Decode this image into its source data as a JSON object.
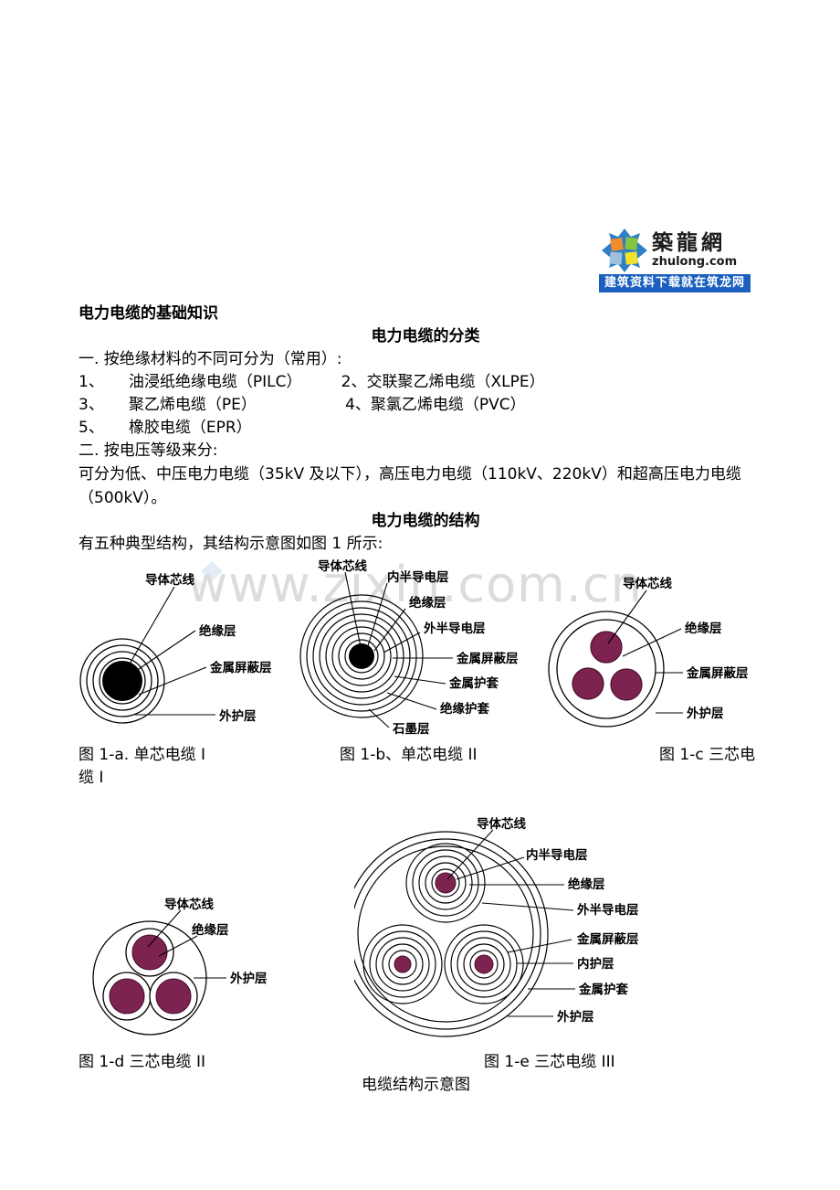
{
  "logo": {
    "brand_cn": "築龍網",
    "brand_en": "zhulong.com",
    "tagline": "建筑资料下载就在筑龙网",
    "bar_color": "#1b5fbf"
  },
  "watermark": {
    "text": "www.zixin.com.cn",
    "color": "#dcdcdc"
  },
  "document": {
    "title": "电力电缆的基础知识",
    "section1_heading": "电力电缆的分类",
    "line_one": "一. 按绝缘材料的不同可分为（常用）:",
    "item1": "1、     油浸纸绝缘电缆（PILC）        2、交联聚乙烯电缆（XLPE）",
    "item2": "3、     聚乙烯电缆（PE）                  4、聚氯乙烯电缆（PVC）",
    "item3": "5、     橡胶电缆（EPR）",
    "line_two": "二. 按电压等级来分:",
    "voltage_para": "可分为低、中压电力电缆（35kV 及以下），高压电力电缆（110kV、220kV）和超高压电力电缆（500kV）。",
    "section2_heading": "电力电缆的结构",
    "structure_intro": "有五种典型结构，其结构示意图如图 1 所示:"
  },
  "figures": {
    "core_color": "#7d2350",
    "fig_a": {
      "caption": "图 1-a. 单芯电缆 I",
      "labels": [
        "导体芯线",
        "绝缘层",
        "金属屏蔽层",
        "外护层"
      ]
    },
    "fig_b": {
      "caption": "图 1-b、单芯电缆 II",
      "labels": [
        "导体芯线",
        "内半导电层",
        "绝缘层",
        "外半导电层",
        "金属屏蔽层",
        "金属护套",
        "绝缘护套",
        "石墨层"
      ]
    },
    "fig_c": {
      "caption": "图 1-c 三芯电",
      "caption_wrap": "缆 I",
      "labels": [
        "导体芯线",
        "绝缘层",
        "金属屏蔽层",
        "外护层"
      ]
    },
    "fig_d": {
      "caption": "图 1-d 三芯电缆 II",
      "labels": [
        "导体芯线",
        "绝缘层",
        "外护层"
      ]
    },
    "fig_e": {
      "caption": "图 1-e 三芯电缆 III",
      "labels": [
        "导体芯线",
        "内半导电层",
        "绝缘层",
        "外半导电层",
        "金属屏蔽层",
        "内护层",
        "金属护套",
        "外护层"
      ]
    },
    "overall_caption": "电缆结构示意图"
  }
}
